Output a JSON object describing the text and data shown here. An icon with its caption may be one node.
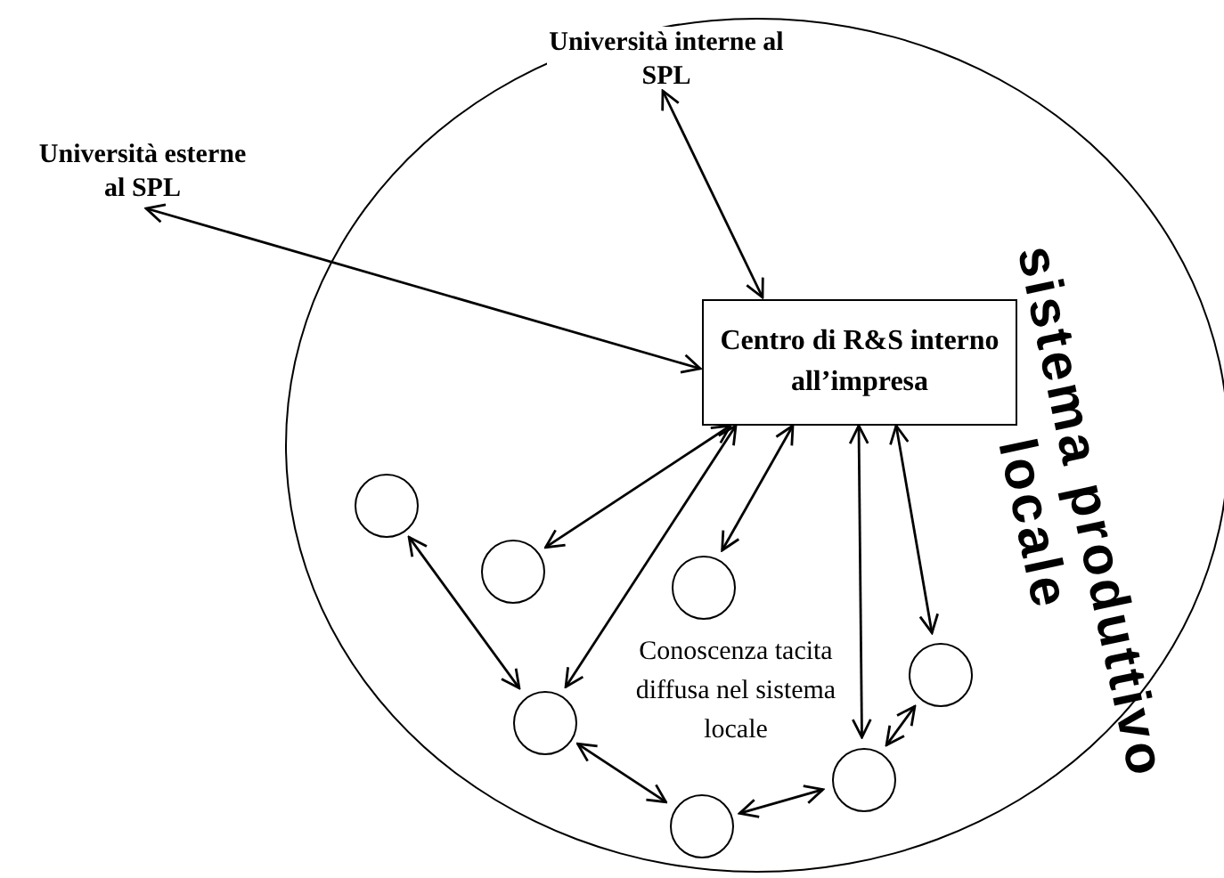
{
  "diagram": {
    "nodes": [
      {
        "text": [
          "sistema produttivo locale"
        ]
      },
      {
        "text": [
          "Università esterne al SPL"
        ]
      },
      {
        "text": [
          "Università interne al SPL"
        ],
        "in": 0
      },
      {
        "text": [
          "Centro di R&S interno all’impresa"
        ],
        "in": 0
      },
      {
        "text": [],
        "shape": "circle",
        "in": 0
      },
      {
        "text": [],
        "shape": "circle",
        "in": 0
      },
      {
        "text": [],
        "shape": "circle",
        "in": 0
      },
      {
        "text": [],
        "shape": "circle",
        "in": 0
      },
      {
        "text": [],
        "shape": "circle",
        "in": 0
      },
      {
        "text": [],
        "shape": "circle",
        "in": 0
      },
      {
        "text": [],
        "shape": "circle",
        "in": 0
      }
    ],
    "edges": [
      {
        "from": 1,
        "to": 3,
        "arrow": "both"
      },
      {
        "from": 2,
        "to": 3,
        "arrow": "both"
      },
      {
        "from": 3,
        "to": 5,
        "arrow": "both"
      },
      {
        "from": 3,
        "to": 8,
        "arrow": "both"
      },
      {
        "from": 3,
        "to": 6,
        "arrow": "both"
      },
      {
        "from": 3,
        "to": 9,
        "arrow": "both"
      },
      {
        "from": 3,
        "to": 7,
        "arrow": "both"
      },
      {
        "from": 7,
        "to": 9,
        "arrow": "both"
      },
      {
        "from": 4,
        "to": 8,
        "arrow": "both"
      },
      {
        "from": 8,
        "to": 10,
        "arrow": "both"
      },
      {
        "from": 10,
        "to": 9,
        "arrow": "both"
      }
    ],
    "labels": [
      "Conoscenza tacita diffusa nel sistema locale"
    ]
  }
}
